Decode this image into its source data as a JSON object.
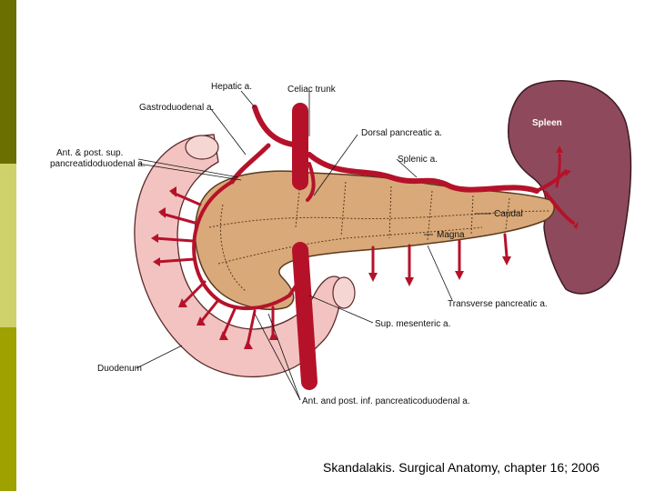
{
  "colors": {
    "sidebar_top": "#6b6e00",
    "sidebar_mid": "#cfd26a",
    "sidebar_bottom": "#9ea100",
    "pancreas": "#d9a97a",
    "artery": "#b5122a",
    "duodenum": "#f2c3c0",
    "spleen": "#8e4a5c"
  },
  "labels": {
    "hepatic": "Hepatic a.",
    "celiac": "Celiac trunk",
    "gastroduodenal": "Gastroduodenal a.",
    "dorsal_pancreatic": "Dorsal pancreatic a.",
    "ant_post_sup_1": "Ant. & post. sup.",
    "ant_post_sup_2": "pancreatidoduodenal a.",
    "splenic": "Splenic a.",
    "spleen": "Spleen",
    "caudal": "Caudal",
    "magna": "Magna",
    "transverse_pancreatic": "Transverse pancreatic a.",
    "sup_mesenteric": "Sup. mesenteric a.",
    "duodenum": "Duodenum",
    "ant_post_inf": "Ant. and post. inf. pancreaticoduodenal a."
  },
  "citation": "Skandalakis. Surgical Anatomy, chapter 16; 2006"
}
